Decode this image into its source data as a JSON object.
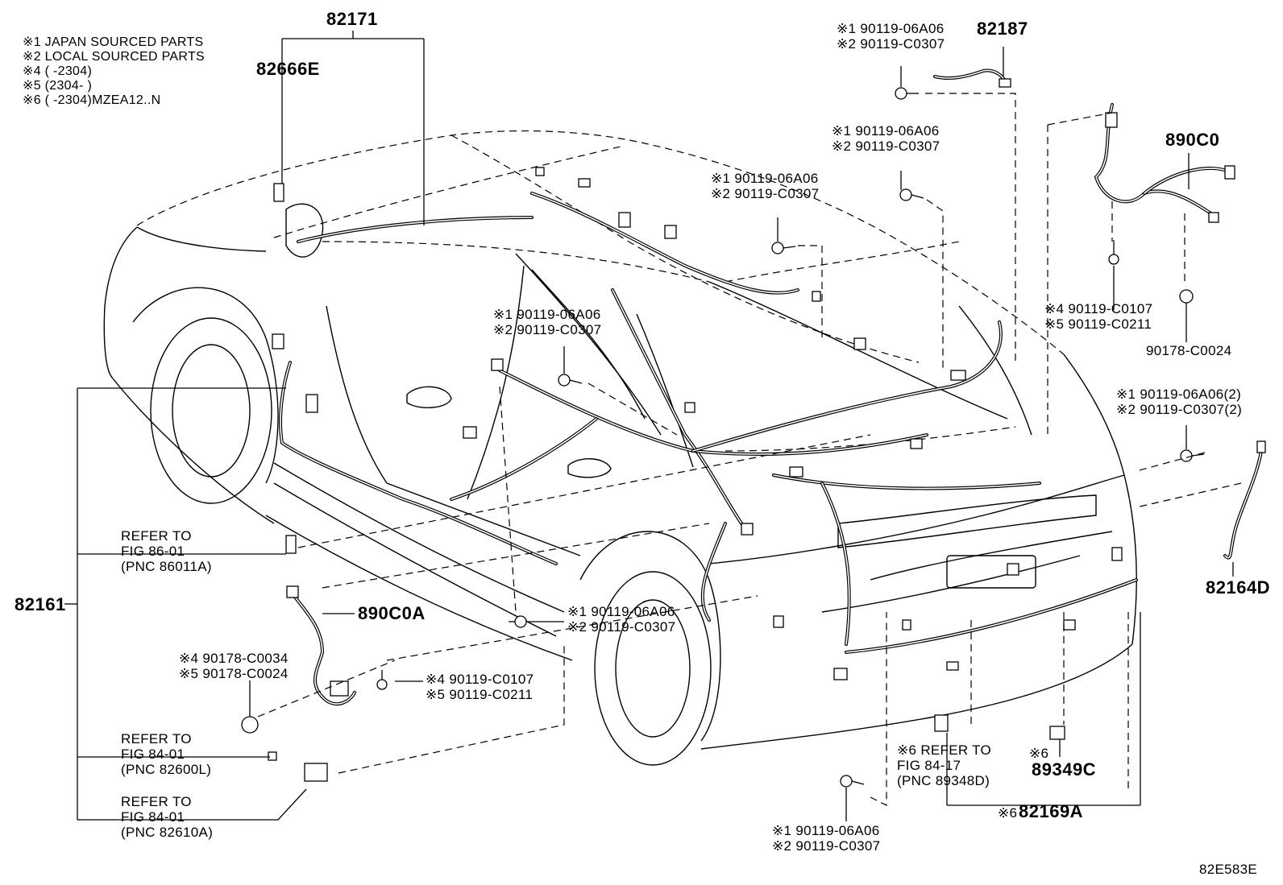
{
  "notes": [
    "※1 JAPAN SOURCED PARTS",
    "※2 LOCAL SOURCED PARTS",
    "※4 (        -2304)",
    "※5 (2304-        )",
    "※6 (        -2304)MZEA12..N"
  ],
  "parts": {
    "p82171": "82171",
    "p82666E": "82666E",
    "p82187": "82187",
    "p890C0": "890C0",
    "p890C0A": "890C0A",
    "p82161": "82161",
    "p82164D": "82164D",
    "p89349C": "89349C",
    "p82169A": "82169A",
    "p90178_C0024": "90178-C0024"
  },
  "bolt_pairs": {
    "top_center": [
      "※1 90119-06A06",
      "※2 90119-C0307"
    ],
    "upper_mid": [
      "※1 90119-06A06",
      "※2 90119-C0307"
    ],
    "mid_left": [
      "※1 90119-06A06",
      "※2 90119-C0307"
    ],
    "roof_left": [
      "※1 90119-06A06",
      "※2 90119-C0307"
    ],
    "lower_center": [
      "※1 90119-06A06",
      "※2 90119-C0307"
    ],
    "bottom": [
      "※1 90119-06A06",
      "※2 90119-C0307"
    ],
    "right_qty": [
      "※1 90119-06A06(2)",
      "※2 90119-C0307(2)"
    ],
    "right_top45": [
      "※4 90119-C0107",
      "※5 90119-C0211"
    ],
    "left45": [
      "※4 90178-C0034",
      "※5 90178-C0024"
    ],
    "center45": [
      "※4 90119-C0107",
      "※5 90119-C0211"
    ]
  },
  "refs": {
    "r86": [
      "REFER TO",
      "FIG 86-01",
      "(PNC 86011A)"
    ],
    "r84a": [
      "REFER TO",
      "FIG 84-01",
      "(PNC 82600L)"
    ],
    "r84b": [
      "REFER TO",
      "FIG 84-01",
      "(PNC 82610A)"
    ],
    "r8417": [
      "※6 REFER TO",
      "FIG 84-17",
      "(PNC 89348D)"
    ]
  },
  "marks": {
    "mark6_89349C": "※6",
    "mark6_82169A": "※6"
  },
  "figure_code": "82E583E"
}
